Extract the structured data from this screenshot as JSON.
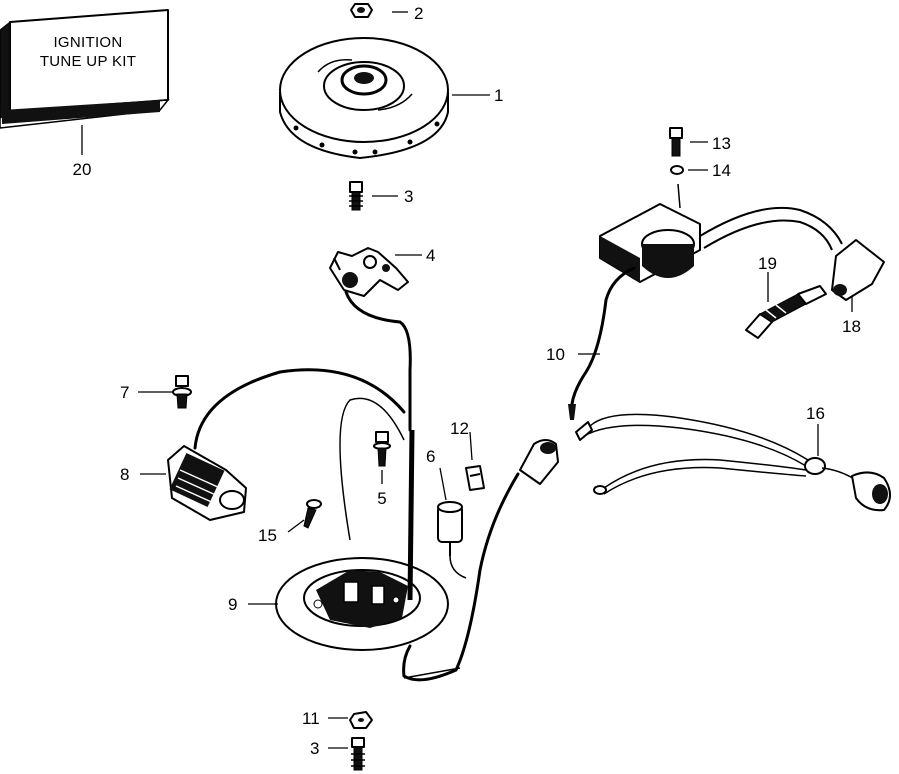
{
  "kit_box": {
    "line1": "IGNITION",
    "line2": "TUNE UP KIT"
  },
  "callouts": {
    "p1": "1",
    "p2": "2",
    "p3a": "3",
    "p3b": "3",
    "p4": "4",
    "p5": "5",
    "p6": "6",
    "p7": "7",
    "p8": "8",
    "p9": "9",
    "p10": "10",
    "p11": "11",
    "p12": "12",
    "p13": "13",
    "p14": "14",
    "p15": "15",
    "p16": "16",
    "p18": "18",
    "p19": "19",
    "p20": "20"
  }
}
